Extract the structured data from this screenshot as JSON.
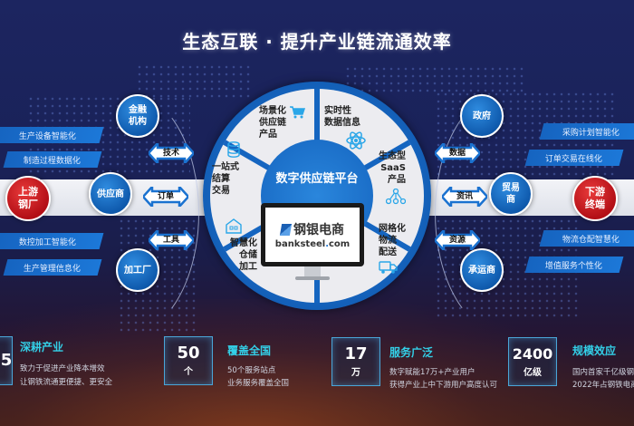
{
  "title": "生态互联 · 提升产业链流通效率",
  "left_chain": {
    "endpoint": "上游钢厂",
    "endpoint_lines": [
      "上游",
      "钢厂"
    ],
    "nodes": [
      {
        "id": "finance",
        "lines": [
          "金融",
          "机构"
        ]
      },
      {
        "id": "supplier",
        "lines": [
          "供应商"
        ]
      },
      {
        "id": "processor",
        "lines": [
          "加工厂"
        ]
      }
    ],
    "tags_top": [
      "生产设备智能化",
      "制造过程数据化"
    ],
    "tags_bottom": [
      "数控加工智能化",
      "生产管理信息化"
    ],
    "arrows": [
      "技术",
      "订单",
      "工具"
    ]
  },
  "right_chain": {
    "endpoint": "下游终端",
    "endpoint_lines": [
      "下游",
      "终端"
    ],
    "nodes": [
      {
        "id": "government",
        "lines": [
          "政府"
        ]
      },
      {
        "id": "trader",
        "lines": [
          "贸易",
          "商"
        ]
      },
      {
        "id": "carrier",
        "lines": [
          "承运商"
        ]
      }
    ],
    "tags_top": [
      "采购计划智能化",
      "订单交易在线化"
    ],
    "tags_bottom": [
      "物流仓配智慧化",
      "增值服务个性化"
    ],
    "arrows": [
      "数据",
      "资讯",
      "资源"
    ]
  },
  "hub": {
    "center_label": "数字供应链平台",
    "brand_cn": "钢银电商",
    "brand_en_prefix": "banksteel",
    "brand_en_dot": ".",
    "brand_en_suffix": "com",
    "segments": [
      {
        "id": "scenario",
        "lines": [
          "场景化",
          "供应链",
          "产品"
        ],
        "icon": "shopping-cart-icon"
      },
      {
        "id": "realtime",
        "lines": [
          "实时性",
          "数据信息"
        ],
        "icon": "atom-icon"
      },
      {
        "id": "saas",
        "lines": [
          "生态型",
          "SaaS",
          "产品"
        ],
        "icon": "network-icon"
      },
      {
        "id": "logistics",
        "lines": [
          "网格化",
          "物流",
          "配送"
        ],
        "icon": "truck-icon"
      },
      {
        "id": "warehouse",
        "lines": [
          "智慧化",
          "仓储",
          "加工"
        ],
        "icon": "warehouse-icon"
      },
      {
        "id": "settlement",
        "lines": [
          "一站式",
          "结算",
          "交易"
        ],
        "icon": "database-icon"
      }
    ]
  },
  "stats": [
    {
      "number": "5",
      "unit": "",
      "title": "深耕产业",
      "lines": [
        "致力于促进产业降本增效",
        "让钢铁流通更便捷、更安全"
      ]
    },
    {
      "number": "50",
      "unit": "个",
      "title": "覆盖全国",
      "lines": [
        "50个服务站点",
        "业务服务覆盖全国"
      ]
    },
    {
      "number": "17",
      "unit": "万",
      "title": "服务广泛",
      "lines": [
        "数字赋能17万+产业用户",
        "获得产业上中下游用户高度认可"
      ]
    },
    {
      "number": "2400",
      "unit": "亿级",
      "title": "规模效应",
      "lines": [
        "国内首家千亿级钢铁",
        "2022年占钢铁电商"
      ]
    }
  ],
  "colors": {
    "primary_blue": "#1565c0",
    "endpoint_red": "#b30f16",
    "stat_title_cyan": "#33d0e8",
    "background_navy": "#1c2560"
  }
}
